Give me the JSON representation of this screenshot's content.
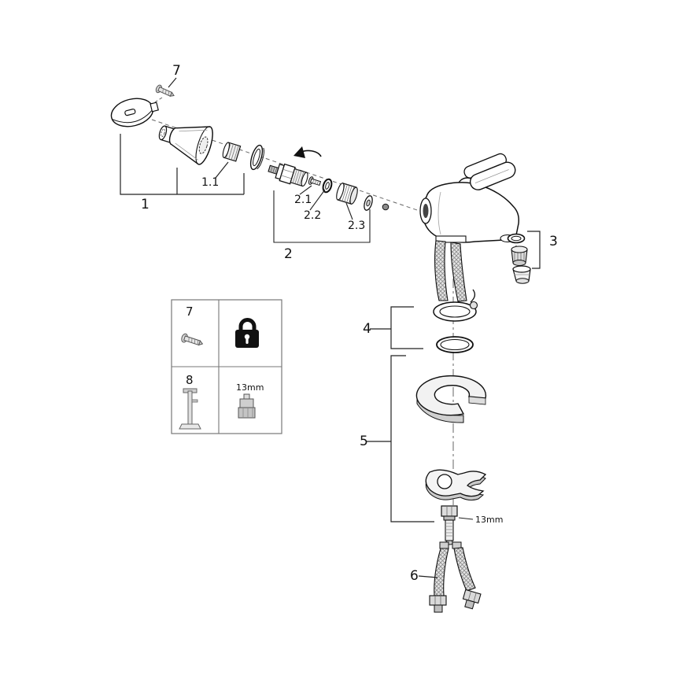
{
  "diagram": {
    "background": "#ffffff",
    "line_color": "#1a1a1a"
  },
  "labels": {
    "p7_top": "7",
    "p1": "1",
    "p1_1": "1.1",
    "p2": "2",
    "p2_1": "2.1",
    "p2_2": "2.2",
    "p2_3": "2.3",
    "p3": "3",
    "p4": "4",
    "p5": "5",
    "p6": "6",
    "stud_size": "13mm"
  },
  "legend": {
    "row1_number": "7",
    "row2_number": "8",
    "socket_size": "13mm",
    "icons": [
      "screw-icon",
      "padlock-icon",
      "mounting-bolt-icon",
      "socket-13mm-icon"
    ]
  }
}
